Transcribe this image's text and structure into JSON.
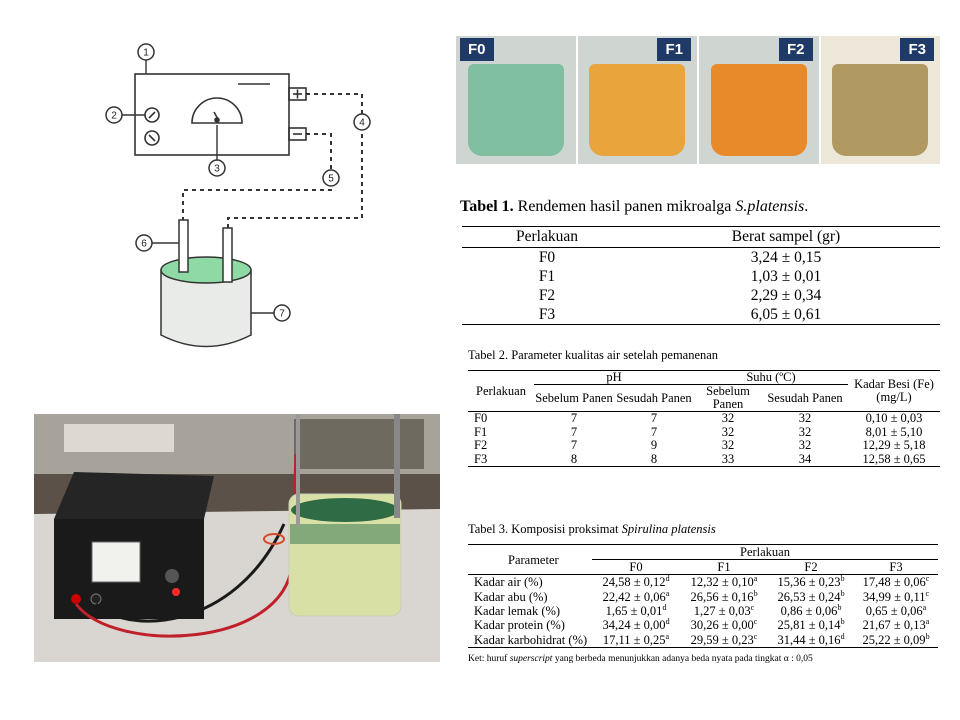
{
  "schematic": {
    "callouts": [
      "1",
      "2",
      "3",
      "4",
      "5",
      "6",
      "7"
    ],
    "colors": {
      "line": "#333333",
      "liquid": "#8fd9a4",
      "cup": "#e8ebe8"
    }
  },
  "photo_strip": {
    "panels": [
      {
        "label": "F0",
        "color": "#7fbfa0"
      },
      {
        "label": "F1",
        "color": "#e9a43c"
      },
      {
        "label": "F2",
        "color": "#e8892a"
      },
      {
        "label": "F3",
        "color": "#b19a62"
      }
    ],
    "tag_color": "#1f3a66"
  },
  "table1": {
    "caption_bold": "Tabel 1.",
    "caption_text": " Rendemen hasil panen mikroalga ",
    "caption_italic": "S.platensis",
    "caption_end": ".",
    "headers": [
      "Perlakuan",
      "Berat sampel (gr)"
    ],
    "rows": [
      [
        "F0",
        "3,24 ± 0,15"
      ],
      [
        "F1",
        "1,03 ± 0,01"
      ],
      [
        "F2",
        "2,29 ± 0,34"
      ],
      [
        "F3",
        "6,05 ± 0,61"
      ]
    ]
  },
  "table2": {
    "caption": "Tabel 2. Parameter kualitas air setelah pemanenan",
    "h_perlakuan": "Perlakuan",
    "h_ph": "pH",
    "h_suhu": "Suhu (ºC)",
    "h_besi": "Kadar Besi (Fe) (mg/L)",
    "h_sebelum": "Sebelum Panen",
    "h_sesudah": "Sesudah Panen",
    "rows": [
      [
        "F0",
        "7",
        "7",
        "32",
        "32",
        "0,10 ± 0,03"
      ],
      [
        "F1",
        "7",
        "7",
        "32",
        "32",
        "8,01 ± 5,10"
      ],
      [
        "F2",
        "7",
        "9",
        "32",
        "32",
        "12,29 ± 5,18"
      ],
      [
        "F3",
        "8",
        "8",
        "33",
        "34",
        "12,58 ± 0,65"
      ]
    ]
  },
  "table3": {
    "caption_text": "Tabel 3. Komposisi proksimat ",
    "caption_italic": "Spirulina platensis",
    "h_parameter": "Parameter",
    "h_perlakuan": "Perlakuan",
    "cols": [
      "F0",
      "F1",
      "F2",
      "F3"
    ],
    "rows": [
      {
        "label": "Kadar air (%)",
        "cells": [
          [
            "24,58 ± 0,12",
            "d"
          ],
          [
            "12,32 ± 0,10",
            "a"
          ],
          [
            "15,36 ± 0,23",
            "b"
          ],
          [
            "17,48 ± 0,06",
            "c"
          ]
        ]
      },
      {
        "label": "Kadar abu (%)",
        "cells": [
          [
            "22,42 ± 0,06",
            "a"
          ],
          [
            "26,56 ± 0,16",
            "b"
          ],
          [
            "26,53 ± 0,24",
            "b"
          ],
          [
            "34,99 ± 0,11",
            "c"
          ]
        ]
      },
      {
        "label": "Kadar lemak (%)",
        "cells": [
          [
            "1,65 ± 0,01",
            "d"
          ],
          [
            "1,27 ± 0,03",
            "c"
          ],
          [
            "0,86 ± 0,06",
            "b"
          ],
          [
            "0,65 ± 0,06",
            "a"
          ]
        ]
      },
      {
        "label": "Kadar protein (%)",
        "cells": [
          [
            "34,24 ± 0,00",
            "d"
          ],
          [
            "30,26 ± 0,00",
            "c"
          ],
          [
            "25,81 ± 0,14",
            "b"
          ],
          [
            "21,67 ± 0,13",
            "a"
          ]
        ]
      },
      {
        "label": "Kadar karbohidrat (%)",
        "cells": [
          [
            "17,11 ± 0,25",
            "a"
          ],
          [
            "29,59 ± 0,23",
            "c"
          ],
          [
            "31,44 ± 0,16",
            "d"
          ],
          [
            "25,22 ± 0,09",
            "b"
          ]
        ]
      }
    ]
  },
  "note": {
    "prefix": "Ket: huruf ",
    "italic": "superscript",
    "suffix": " yang berbeda menunjukkan adanya beda nyata pada tingkat α : 0,05"
  }
}
